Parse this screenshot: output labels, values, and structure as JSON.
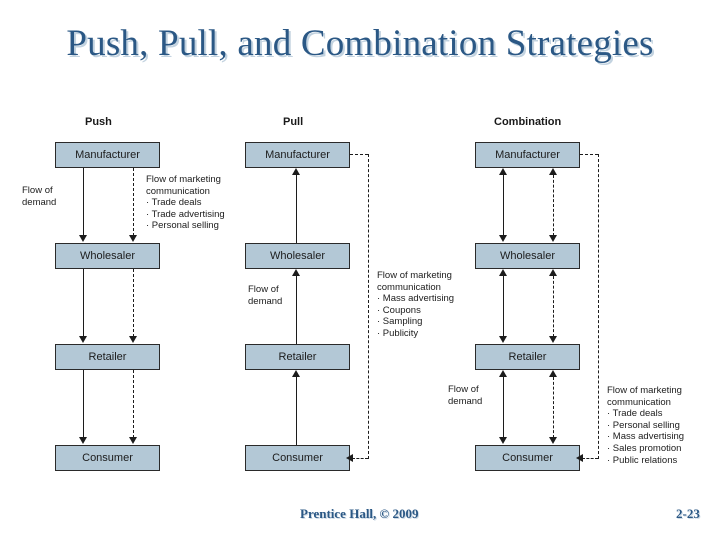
{
  "slide": {
    "title": "Push, Pull, and Combination Strategies",
    "footer_left": "Prentice Hall, © 2009",
    "footer_right": "2-23"
  },
  "diagram": {
    "channel_levels": [
      "Manufacturer",
      "Wholesaler",
      "Retailer",
      "Consumer"
    ],
    "flow_of_demand_label": "Flow of\ndemand",
    "columns": [
      {
        "header": "Push",
        "nodes": [
          "Manufacturer",
          "Wholesaler",
          "Retailer",
          "Consumer"
        ],
        "demand_label": "Flow of\ndemand",
        "communication_title": "Flow of marketing\ncommunication",
        "communication_items": [
          "Trade deals",
          "Trade advertising",
          "Personal selling"
        ],
        "communication_text": "Flow of marketing\ncommunication\n· Trade deals\n· Trade advertising\n· Personal selling"
      },
      {
        "header": "Pull",
        "nodes": [
          "Manufacturer",
          "Wholesaler",
          "Retailer",
          "Consumer"
        ],
        "demand_label": "Flow of\ndemand",
        "communication_title": "Flow of marketing\ncommunication",
        "communication_items": [
          "Mass advertising",
          "Coupons",
          "Sampling",
          "Publicity"
        ],
        "communication_text": "Flow of marketing\ncommunication\n· Mass advertising\n· Coupons\n· Sampling\n· Publicity"
      },
      {
        "header": "Combination",
        "nodes": [
          "Manufacturer",
          "Wholesaler",
          "Retailer",
          "Consumer"
        ],
        "demand_label": "Flow of\ndemand",
        "communication_title": "Flow of marketing\ncommunication",
        "communication_items": [
          "Trade deals",
          "Personal selling",
          "Mass advertising",
          "Sales promotion",
          "Public relations"
        ],
        "communication_text": "Flow of marketing\ncommunication\n· Trade deals\n· Personal selling\n· Mass advertising\n· Sales promotion\n· Public relations"
      }
    ]
  },
  "colors": {
    "title_blue": "#2b5885",
    "node_fill": "#b3c8d6",
    "node_border": "#2a2a2a",
    "line": "#1c1c1c",
    "background": "#ffffff"
  }
}
